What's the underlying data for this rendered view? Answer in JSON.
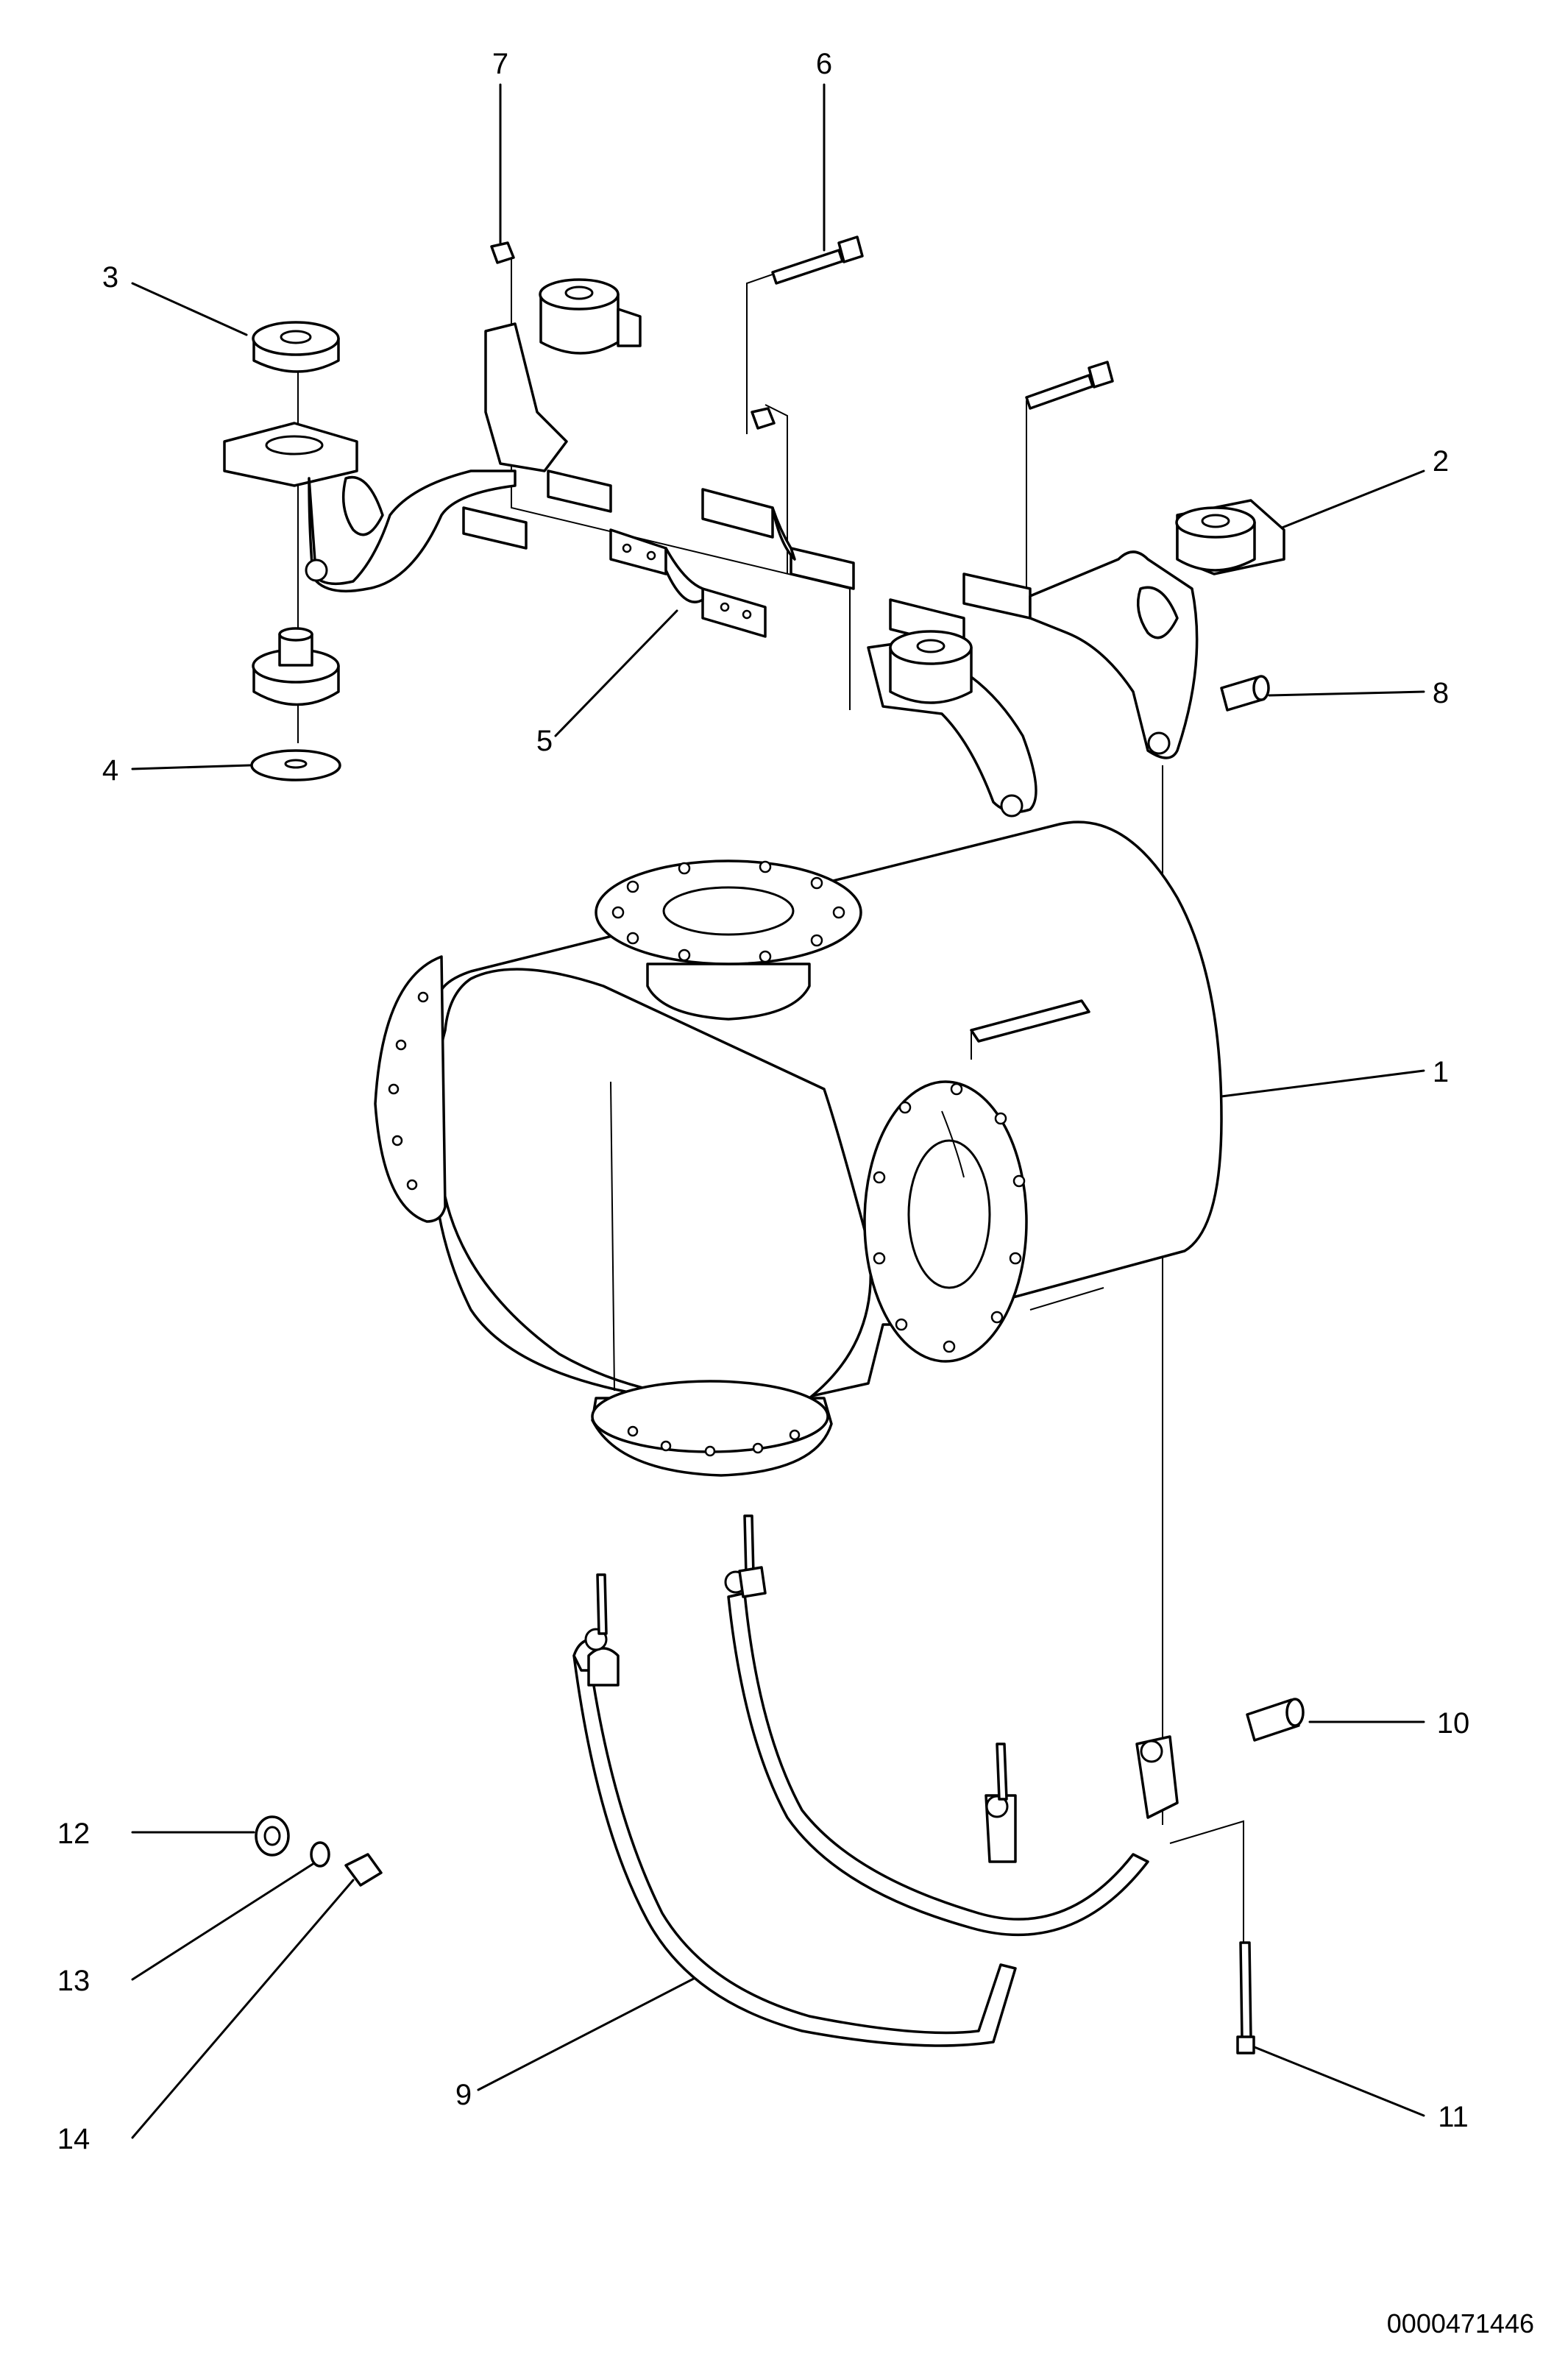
{
  "diagram": {
    "callouts": [
      "1",
      "2",
      "3",
      "4",
      "5",
      "6",
      "7",
      "8",
      "9",
      "10",
      "11",
      "12",
      "13",
      "14"
    ],
    "document_number": "0000471446"
  }
}
